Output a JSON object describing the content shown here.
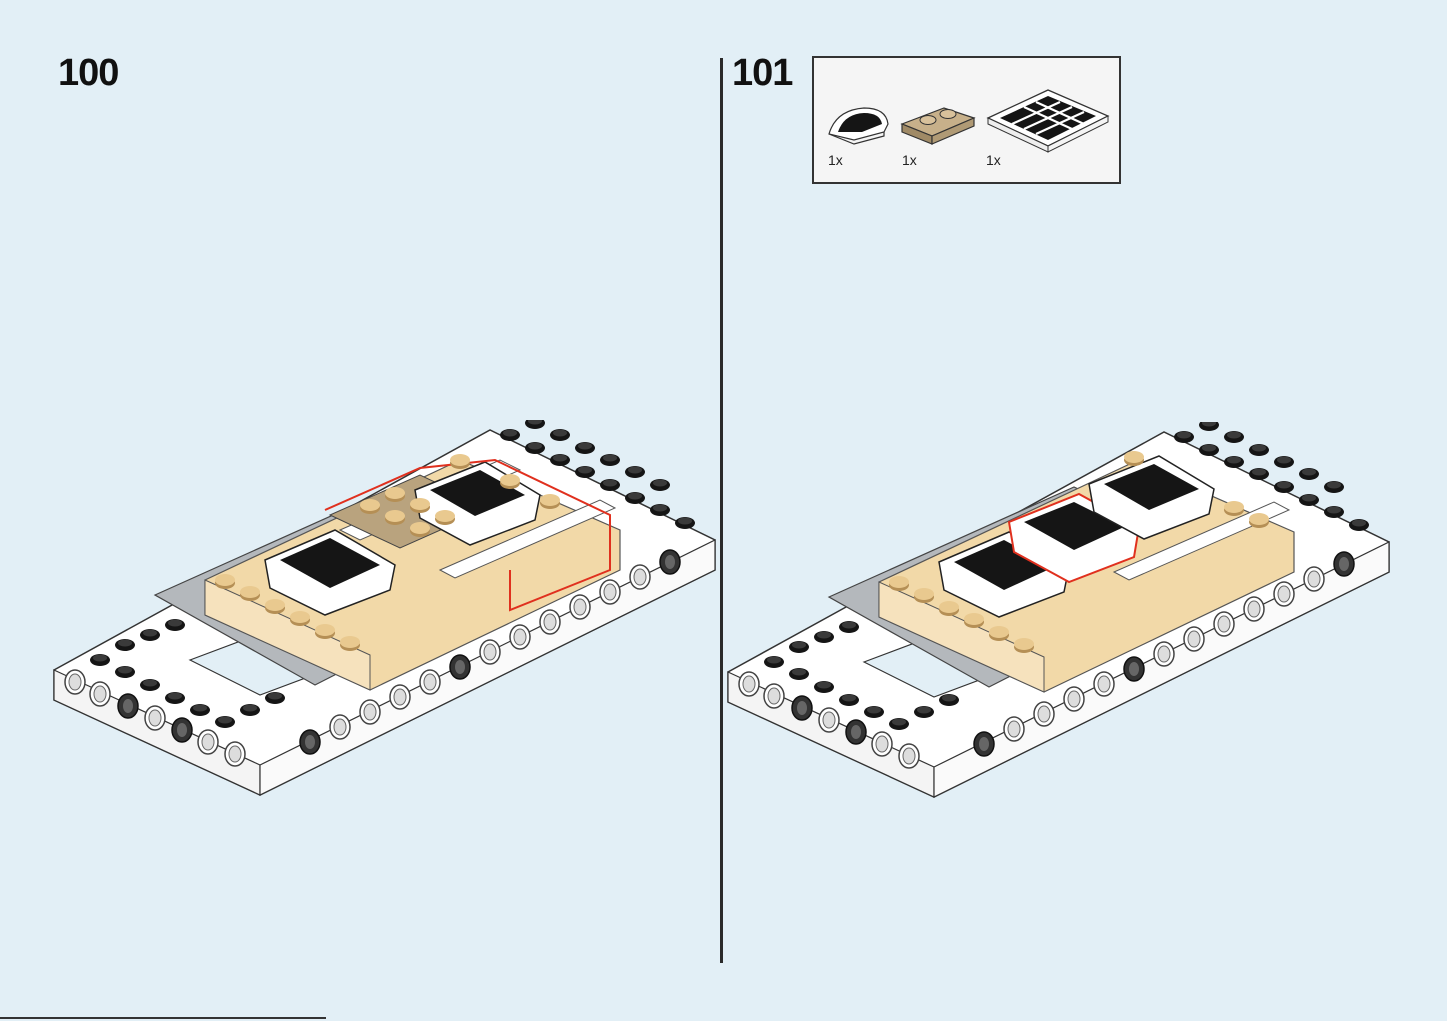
{
  "steps": [
    {
      "number": "100"
    },
    {
      "number": "101",
      "parts": [
        {
          "qty": "1x",
          "icon": "quarter-round-tile-icon",
          "color": "#ffffff"
        },
        {
          "qty": "1x",
          "icon": "plate-1x2-tan-icon",
          "color": "#b9a37e"
        },
        {
          "qty": "1x",
          "icon": "grille-tile-icon",
          "color": "#ffffff"
        }
      ]
    }
  ],
  "colors": {
    "background": "#e2eff6",
    "white_brick": "#ffffff",
    "tan_brick": "#f2d9a8",
    "dark_tan": "#b9a37e",
    "grey_plate": "#b4b8bc",
    "highlight": "#e0301e",
    "stud_black": "#151515"
  }
}
